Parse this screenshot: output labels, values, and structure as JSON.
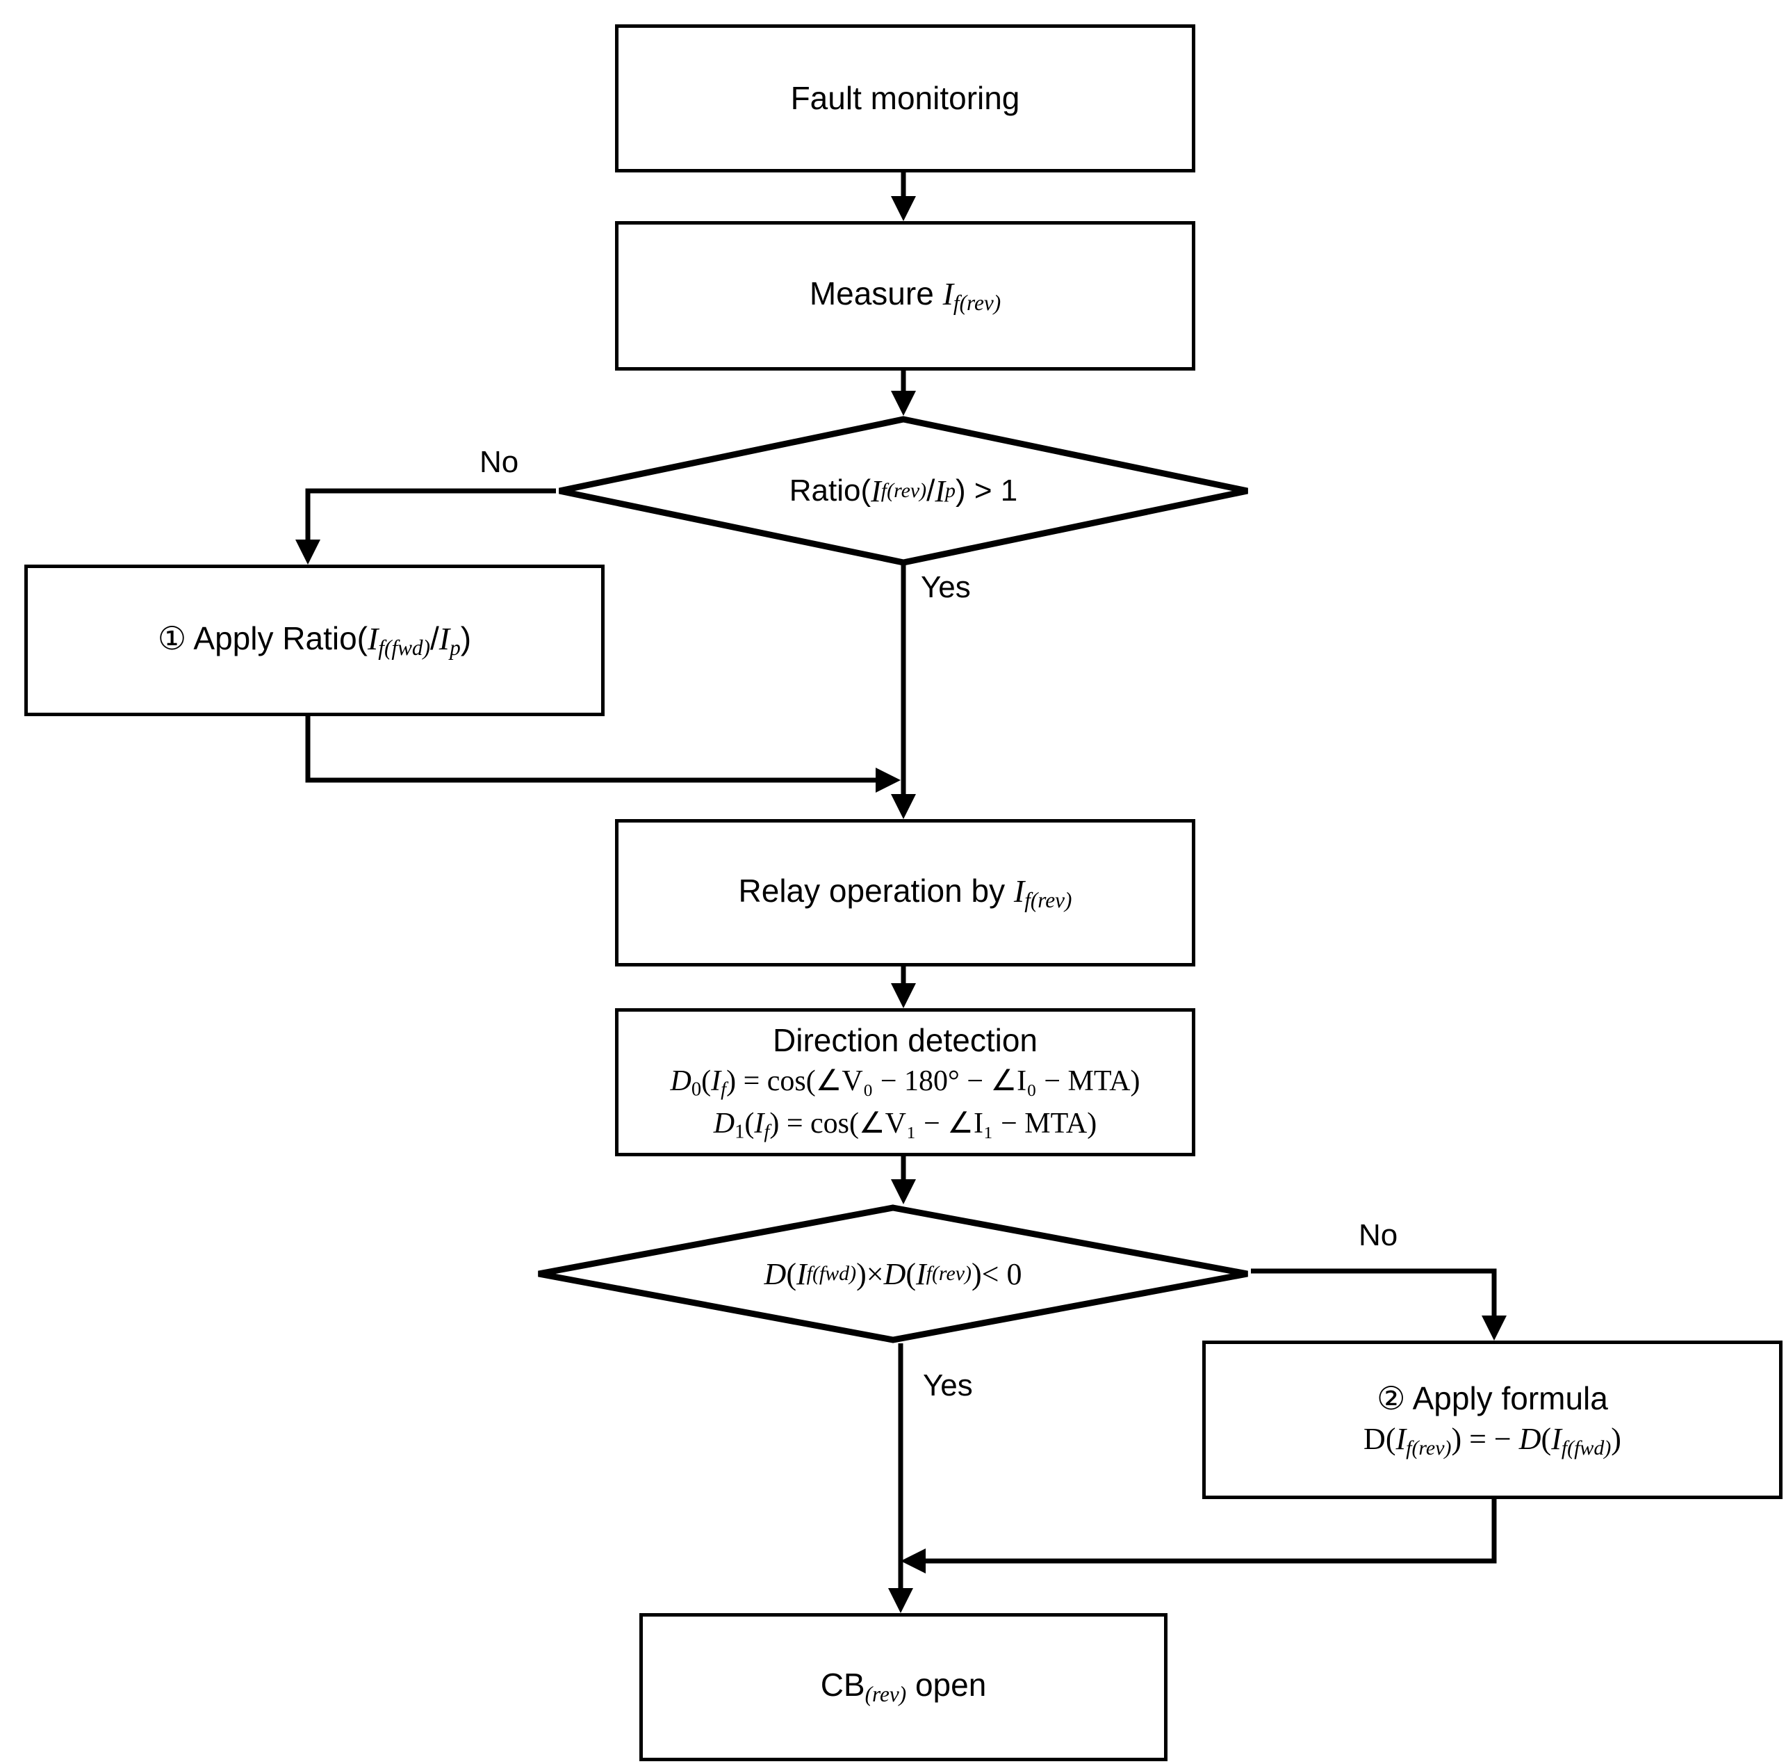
{
  "diagram": {
    "type": "flowchart",
    "title": "Reverse-direction fault relay operation flowchart",
    "orientation": "top-to-bottom"
  },
  "nodes": {
    "fault_monitoring": {
      "shape": "process",
      "text": "Fault monitoring"
    },
    "measure": {
      "shape": "process",
      "prefix": "Measure ",
      "var": "I",
      "sub": "f(rev)",
      "plain": "Measure I_f(rev)"
    },
    "decision_ratio": {
      "shape": "decision",
      "plain": "Ratio(I_f(rev)/I_p) > 1",
      "parts": {
        "lead": "Ratio(",
        "var1": "I",
        "sub1": "f(rev)",
        "slash": "/",
        "var2": "I",
        "sub2": "p",
        "tail": ") > 1"
      }
    },
    "apply_ratio": {
      "shape": "process",
      "plain": "① Apply Ratio(I_f(fwd)/I_p)",
      "parts": {
        "marker": "①",
        "lead": " Apply Ratio(",
        "var1": "I",
        "sub1": "f(fwd)",
        "slash": "/",
        "var2": "I",
        "sub2": "p",
        "tail": ")"
      }
    },
    "relay_operation": {
      "shape": "process",
      "prefix": "Relay operation by ",
      "var": "I",
      "sub": "f(rev)",
      "plain": "Relay operation by I_f(rev)"
    },
    "direction_detection": {
      "shape": "process",
      "title": "Direction detection",
      "formula_0": {
        "plain": "D_0(I_f) = cos(∠V_0 − 180° − ∠I_0 − MTA)",
        "lhs_var": "D",
        "lhs_sub": "0",
        "lhs_arg_var": "I",
        "lhs_arg_sub": "f",
        "rhs": "cos(∠V₀ − 180° − ∠I₀ − MTA)"
      },
      "formula_1": {
        "plain": "D_1(I_f) = cos(∠V_1 − ∠I_1 − MTA)",
        "lhs_var": "D",
        "lhs_sub": "1",
        "lhs_arg_var": "I",
        "lhs_arg_sub": "f",
        "rhs": "cos(∠V₁ − ∠I₁ − MTA)"
      }
    },
    "decision_direction": {
      "shape": "decision",
      "plain": "D(I_f(fwd)) × D(I_f(rev)) < 0",
      "parts": {
        "d1": "D",
        "open1": "(",
        "var1": "I",
        "sub1": "f(fwd)",
        "close1": ")",
        "times": " × ",
        "d2": "D",
        "open2": "(",
        "var2": "I",
        "sub2": "f(rev)",
        "close2": ")",
        "tail": " < 0"
      }
    },
    "apply_formula": {
      "shape": "process",
      "title": "② Apply formula",
      "formula": {
        "plain": "D(I_f(rev)) = − D(I_f(fwd))",
        "lhs_fn": "D",
        "lhs_var": "I",
        "lhs_sub": "f(rev)",
        "eq": " = − ",
        "rhs_fn": "D",
        "rhs_var": "I",
        "rhs_sub": "f(fwd)"
      }
    },
    "cb_open": {
      "shape": "process",
      "plain": "CB_(rev) open",
      "parts": {
        "lead": "CB",
        "sub": "(rev)",
        "tail": " open"
      }
    }
  },
  "edge_labels": {
    "ratio_no": "No",
    "ratio_yes": "Yes",
    "direction_no": "No",
    "direction_yes": "Yes"
  },
  "colors": {
    "stroke": "#000000",
    "fill": "#ffffff",
    "text": "#000000"
  }
}
